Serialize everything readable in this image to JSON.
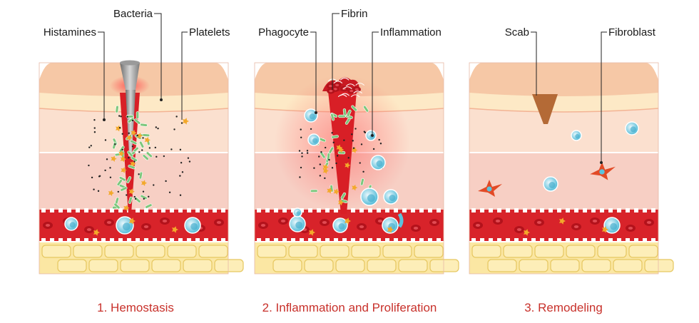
{
  "colors": {
    "caption": "#c8312b",
    "label": "#1a1a1a",
    "skin_top": "#f6c8a6",
    "dermis_upper": "#fbe0cf",
    "dermis_lower": "#f7cfc4",
    "vessel": "#d8232a",
    "fat": "#fbe7a3",
    "fat_line": "#e6c760",
    "rbc": "#b3121b",
    "wbc": "#5cc3dd",
    "platelet": "#f3a92b",
    "bacteria": "#7cc77c",
    "scab": "#b46a36",
    "fibroblast": "#e24a26"
  },
  "panels": [
    {
      "id": "hemostasis",
      "caption": "1. Hemostasis",
      "labels": [
        {
          "id": "histamines",
          "text": "Histamines"
        },
        {
          "id": "bacteria",
          "text": "Bacteria"
        },
        {
          "id": "platelets",
          "text": "Platelets"
        }
      ]
    },
    {
      "id": "inflammation-proliferation",
      "caption": "2. Inflammation and Proliferation",
      "labels": [
        {
          "id": "phagocyte",
          "text": "Phagocyte"
        },
        {
          "id": "fibrin",
          "text": "Fibrin"
        },
        {
          "id": "inflammation",
          "text": "Inflammation"
        }
      ]
    },
    {
      "id": "remodeling",
      "caption": "3. Remodeling",
      "labels": [
        {
          "id": "scab",
          "text": "Scab"
        },
        {
          "id": "fibroblast",
          "text": "Fibroblast"
        }
      ]
    }
  ]
}
